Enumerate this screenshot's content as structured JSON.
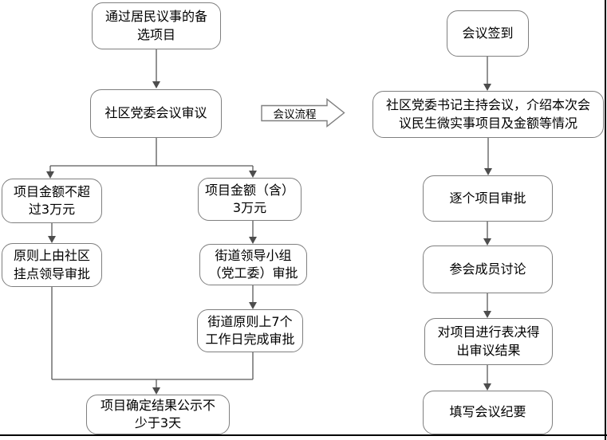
{
  "colors": {
    "box_border": "#7f7f7f",
    "connector": "#595959",
    "arrowhead": "#4d4d4d",
    "page_border": "#000000",
    "background": "#ffffff",
    "text": "#000000"
  },
  "banner": {
    "label": "会议流程"
  },
  "left_flow": [
    {
      "name": "candidate-projects",
      "label": "通过居民议事的备\n选项目"
    },
    {
      "name": "community-party-committee-review",
      "label": "社区党委会议审议"
    },
    {
      "name": "amount-under-30k",
      "label": "项目金额不超\n过3万元"
    },
    {
      "name": "amount-30k-or-more",
      "label": "项目金额（含）\n3万元"
    },
    {
      "name": "community-leader-approval",
      "label": "原则上由社区\n挂点领导审批"
    },
    {
      "name": "street-leading-group-approval",
      "label": "街道领导小组\n（党工委）审批"
    },
    {
      "name": "street-7-workdays-approval",
      "label": "街道原则上7个\n工作日完成审批"
    },
    {
      "name": "result-publicity-3-days",
      "label": "项目确定结果公示不\n少于3天"
    }
  ],
  "right_flow": [
    {
      "name": "meeting-sign-in",
      "label": "会议签到"
    },
    {
      "name": "secretary-hosts-meeting",
      "label": "社区党委书记主持会议，介绍本次会\n议民生微实事项目及金额等情况"
    },
    {
      "name": "project-by-project-approval",
      "label": "逐个项目审批"
    },
    {
      "name": "attendee-discussion",
      "label": "参会成员讨论"
    },
    {
      "name": "vote-and-review-result",
      "label": "对项目进行表决得\n出审议结果"
    },
    {
      "name": "write-meeting-minutes",
      "label": "填写会议纪要"
    }
  ]
}
